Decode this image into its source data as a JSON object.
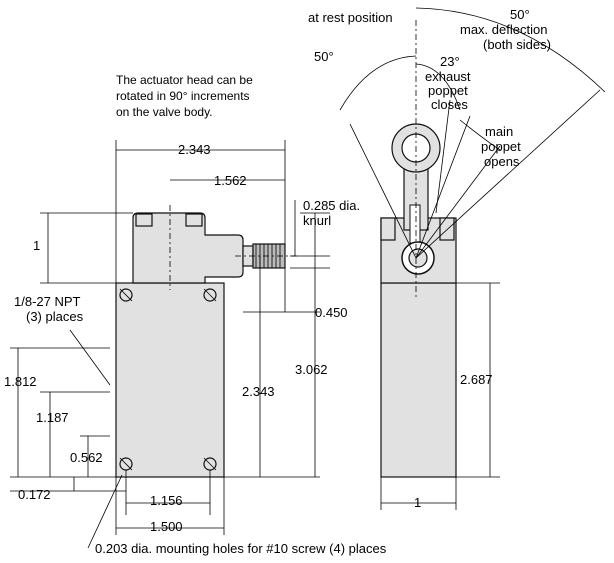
{
  "annotations": {
    "rotation_note_l1": "The actuator head can be",
    "rotation_note_l2": "rotated in 90° increments",
    "rotation_note_l3": "on the valve body.",
    "at_rest": "at rest position",
    "deg50_left": "50°",
    "deg50_top": "50°",
    "max_defl_l1": "max. deflection",
    "max_defl_l2": "(both sides)",
    "deg23": "23°",
    "exhaust_l1": "exhaust",
    "exhaust_l2": "poppet",
    "exhaust_l3": "closes",
    "main_l1": "main",
    "main_l2": "poppet",
    "main_l3": "opens",
    "knurl_l1": "0.285 dia.",
    "knurl_l2": "knurl",
    "npt_l1": "1/8-27 NPT",
    "npt_l2": "(3) places",
    "mounting_holes": "0.203 dia. mounting holes for #10 screw (4) places"
  },
  "dimensions": {
    "d_2343_top": "2.343",
    "d_1562": "1.562",
    "d_1": "1",
    "d_0450": "0.450",
    "d_2343_side": "2.343",
    "d_3062": "3.062",
    "d_1812": "1.812",
    "d_1187": "1.187",
    "d_0562": "0.562",
    "d_0172": "0.172",
    "d_1156": "1.156",
    "d_1500": "1.500",
    "d_2687": "2.687",
    "d_1_right": "1"
  }
}
